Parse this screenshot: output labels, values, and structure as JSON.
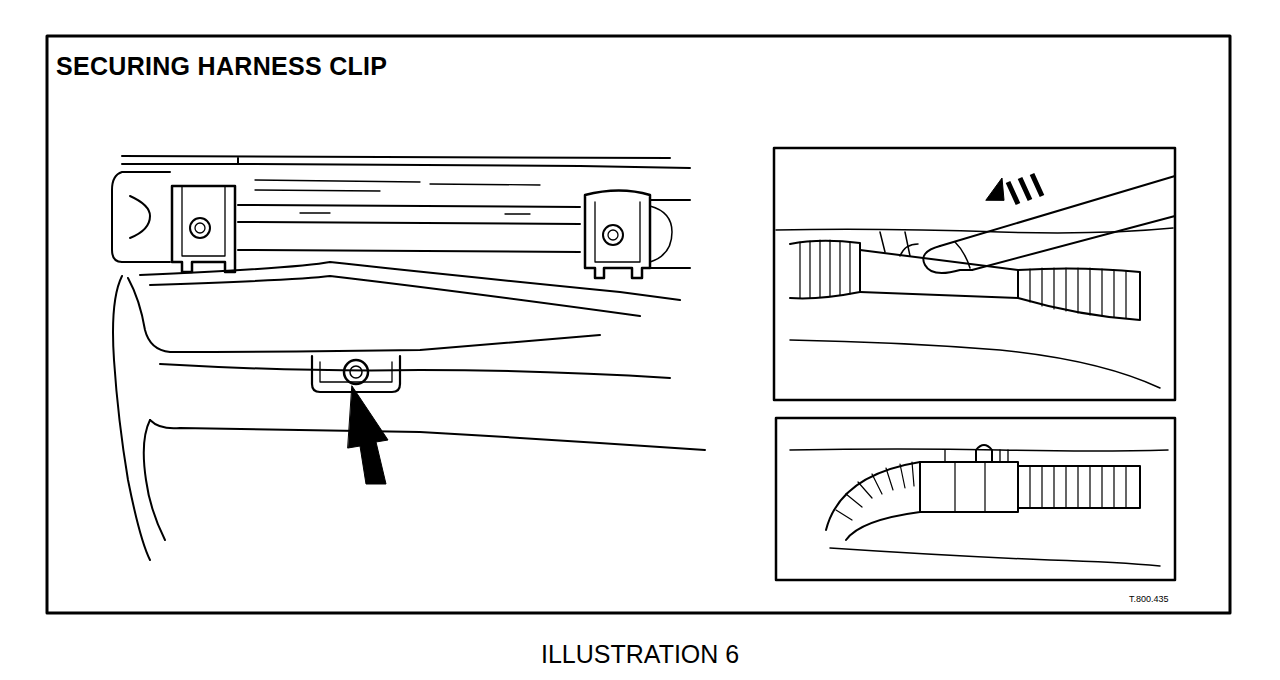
{
  "diagram": {
    "title": "SECURING HARNESS CLIP",
    "caption": "ILLUSTRATION 6",
    "labels": [
      "T.800.435"
    ]
  }
}
